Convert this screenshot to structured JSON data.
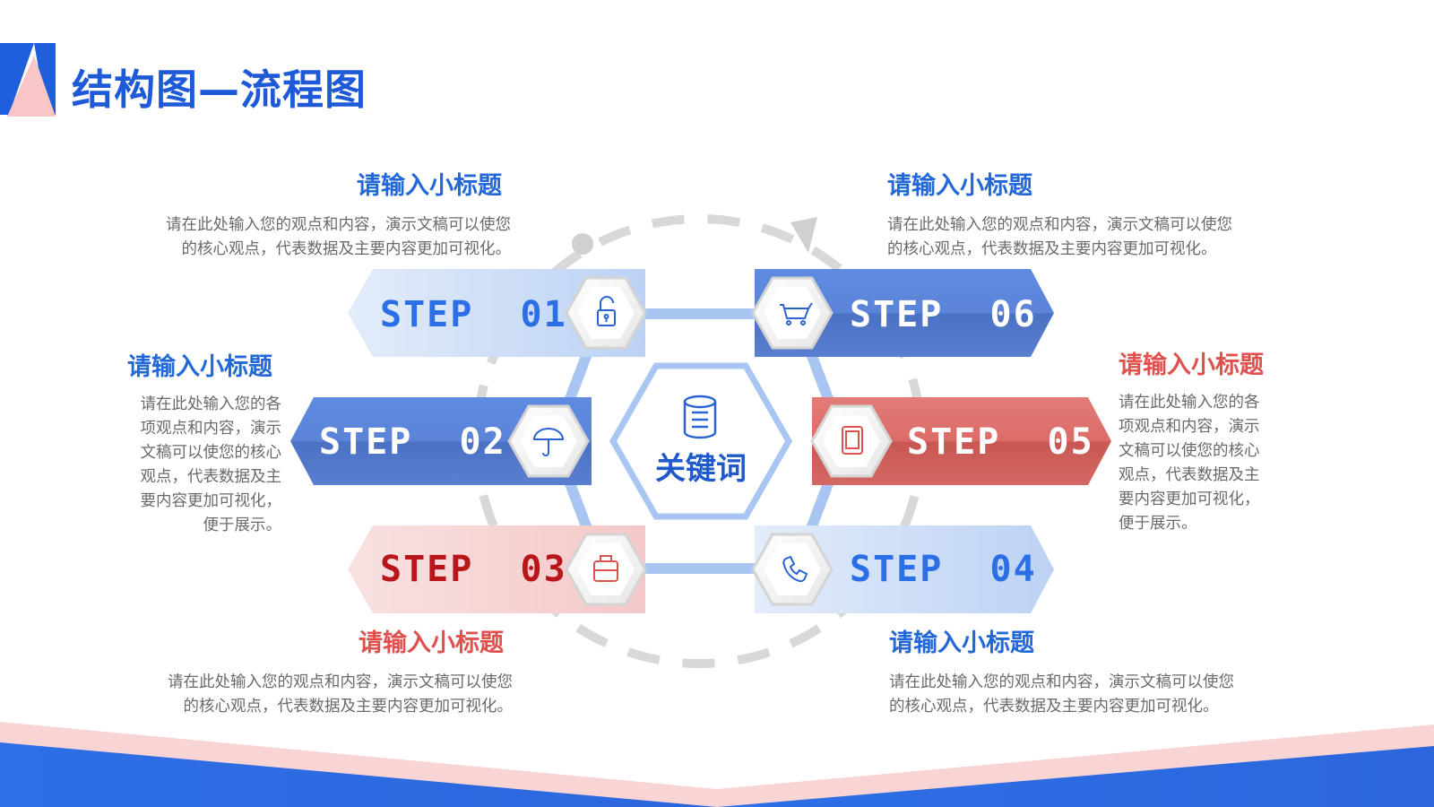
{
  "header": {
    "title": "结构图—流程图"
  },
  "center": {
    "keyword": "关键词",
    "icon": "database-icon"
  },
  "steps": [
    {
      "label": "STEP  01",
      "icon": "lock-icon",
      "heading": "请输入小标题",
      "body_lines": [
        "请在此处输入您的观点和内容，演示文稿可以使您",
        "的核心观点，代表数据及主要内容更加可视化。"
      ]
    },
    {
      "label": "STEP  02",
      "icon": "umbrella-icon",
      "heading": "请输入小标题",
      "body_lines": [
        "请在此处输入您的各",
        "项观点和内容，演示",
        "文稿可以使您的核心",
        "观点，代表数据及主",
        "要内容更加可视化，",
        "便于展示。"
      ]
    },
    {
      "label": "STEP  03",
      "icon": "bag-icon",
      "heading": "请输入小标题",
      "body_lines": [
        "请在此处输入您的观点和内容，演示文稿可以使您",
        "的核心观点，代表数据及主要内容更加可视化。"
      ]
    },
    {
      "label": "STEP  04",
      "icon": "phone-icon",
      "heading": "请输入小标题",
      "body_lines": [
        "请在此处输入您的观点和内容，演示文稿可以使您",
        "的核心观点，代表数据及主要内容更加可视化。"
      ]
    },
    {
      "label": "STEP  05",
      "icon": "tablet-icon",
      "heading": "请输入小标题",
      "body_lines": [
        "请在此处输入您的各",
        "项观点和内容，演示",
        "文稿可以使您的核心",
        "观点，代表数据及主",
        "要内容更加可视化，",
        "便于展示。"
      ]
    },
    {
      "label": "STEP  06",
      "icon": "cart-icon",
      "heading": "请输入小标题",
      "body_lines": [
        "请在此处输入您的观点和内容，演示文稿可以使您",
        "的核心观点，代表数据及主要内容更加可视化。"
      ]
    }
  ],
  "colors": {
    "brand_blue": "#1e5ad8",
    "heading_blue": "#2368d8",
    "heading_red": "#e0504d",
    "accent_pink": "#f8c9c9"
  }
}
